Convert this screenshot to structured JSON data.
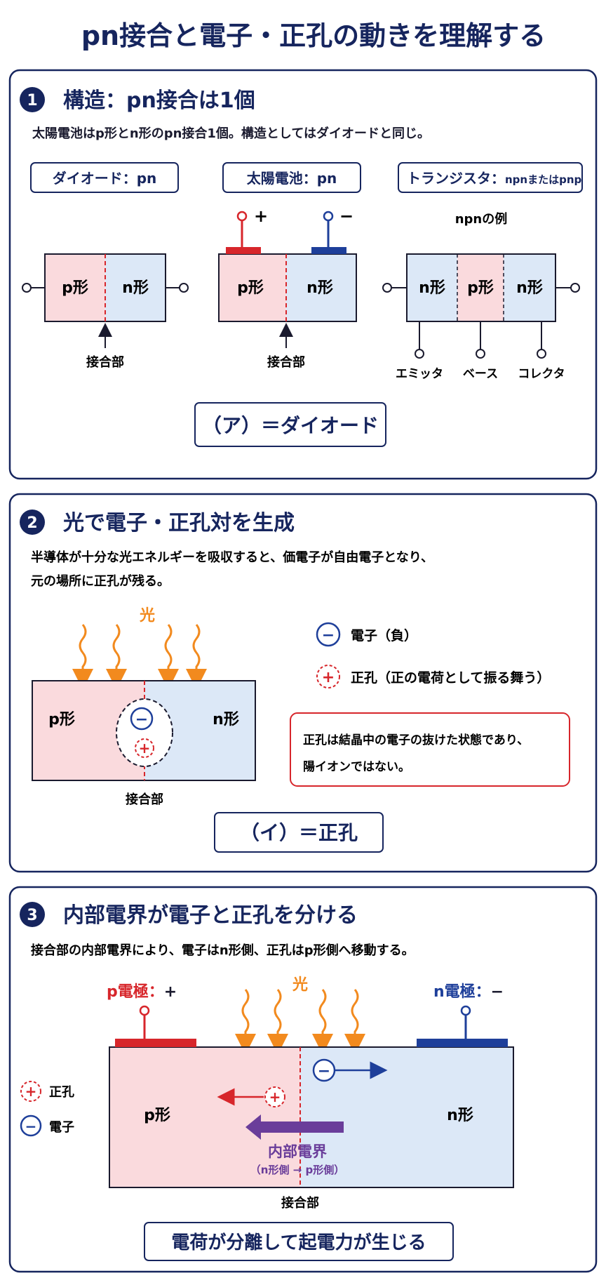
{
  "page": {
    "title": "pn接合と電子・正孔の動きを理解する"
  },
  "colors": {
    "navy": "#16255e",
    "p_fill": "#fadadd",
    "n_fill": "#dce8f7",
    "red": "#d7262b",
    "blue": "#1e3f9a",
    "orange": "#f28a1e",
    "purple": "#6a3d9a"
  },
  "section1": {
    "number": "1",
    "heading": "構造：pn接合は1個",
    "desc": "太陽電池はp形とn形のpn接合1個。構造としてはダイオードと同じ。",
    "diode": {
      "label": "ダイオード：pn",
      "p": "p形",
      "n": "n形",
      "junction": "接合部"
    },
    "solar": {
      "label": "太陽電池：pn",
      "plus": "+",
      "minus": "−",
      "p": "p形",
      "n": "n形",
      "junction": "接合部"
    },
    "transistor": {
      "label_main": "トランジスタ：",
      "label_sub": "npnまたはpnp",
      "example": "npnの例",
      "n1": "n形",
      "p": "p形",
      "n2": "n形",
      "emitter": "エミッタ",
      "base": "ベース",
      "collector": "コレクタ"
    },
    "answer": "（ア）＝ダイオード"
  },
  "section2": {
    "number": "2",
    "heading": "光で電子・正孔対を生成",
    "desc1": "半導体が十分な光エネルギーを吸収すると、価電子が自由電子となり、",
    "desc2": "元の場所に正孔が残る。",
    "light": "光",
    "p": "p形",
    "n": "n形",
    "junction": "接合部",
    "legend_electron": "電子（負）",
    "legend_hole": "正孔（正の電荷として振る舞う）",
    "electron_symbol": "−",
    "hole_symbol": "+",
    "note1": "正孔は結晶中の電子の抜けた状態であり、",
    "note2": "陽イオンではない。",
    "answer": "（イ）＝正孔"
  },
  "section3": {
    "number": "3",
    "heading": "内部電界が電子と正孔を分ける",
    "desc": "接合部の内部電界により、電子はn形側、正孔はp形側へ移動する。",
    "light": "光",
    "p_electrode_label": "p電極：",
    "p_electrode_sign": "+",
    "n_electrode_label": "n電極：",
    "n_electrode_sign": "−",
    "legend_hole": "正孔",
    "legend_electron": "電子",
    "p": "p形",
    "n": "n形",
    "field": "内部電界",
    "field_sub": "（n形側 → p形側）",
    "junction": "接合部",
    "conclusion": "電荷が分離して起電力が生じる"
  }
}
